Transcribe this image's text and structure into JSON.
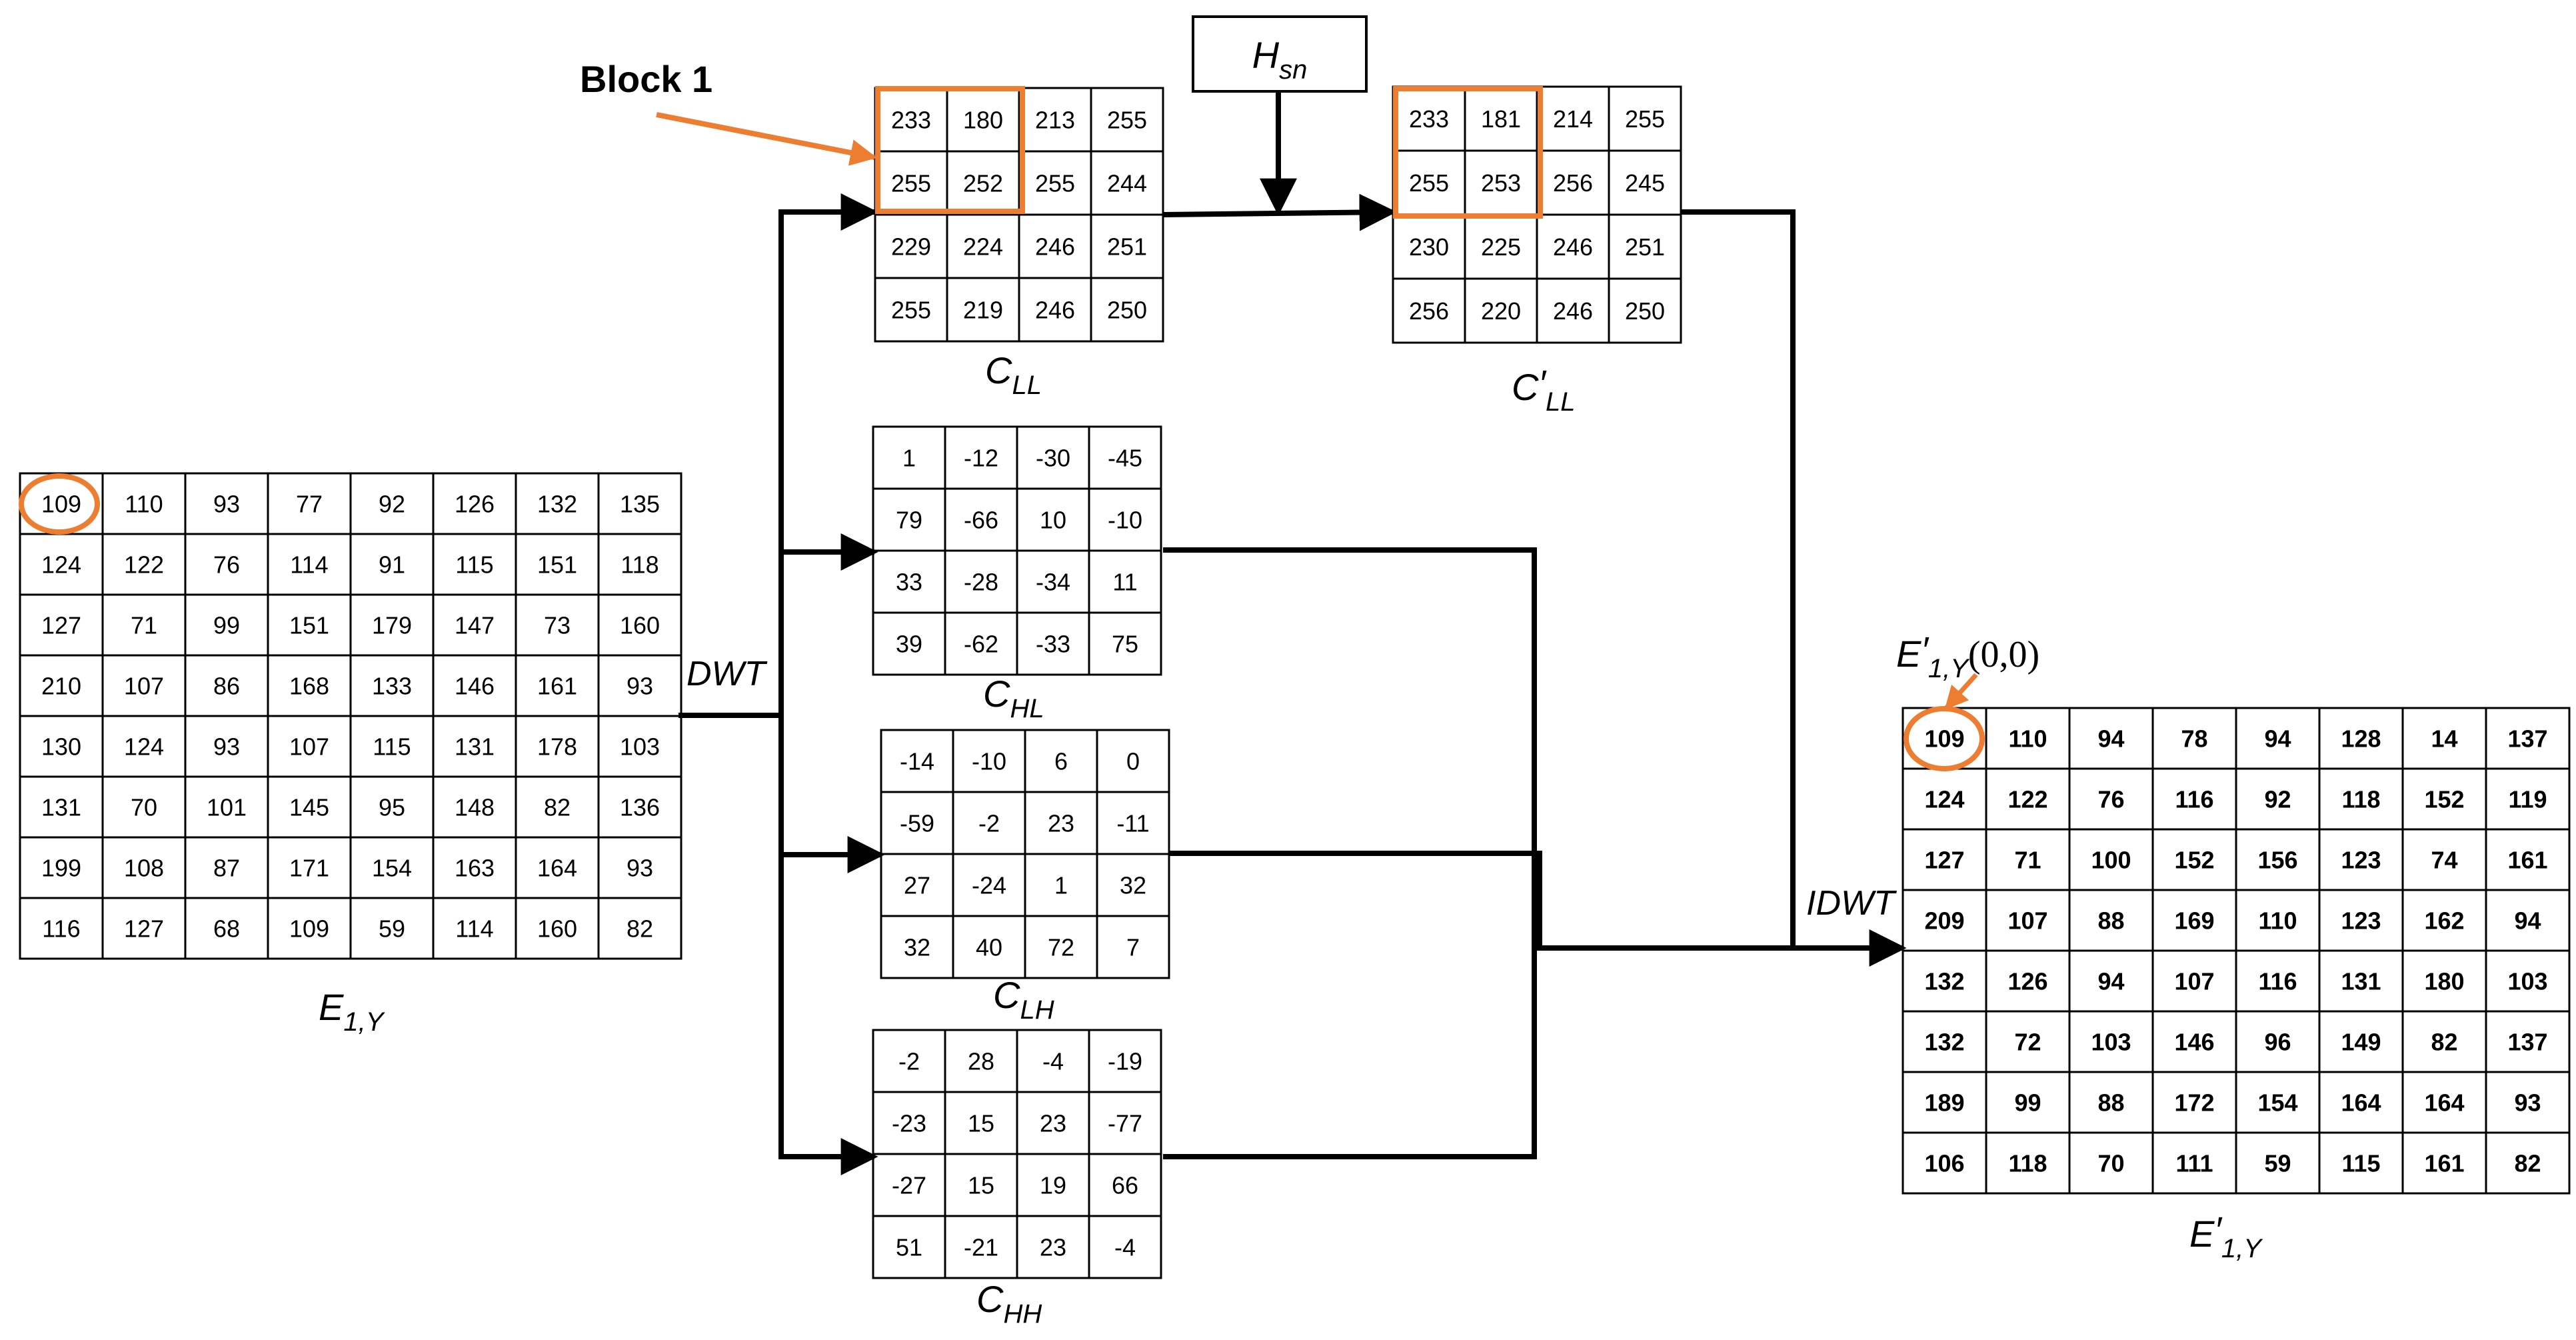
{
  "labels": {
    "block1": "Block 1",
    "dwt": "DWT",
    "idwt": "IDWT",
    "hsn_main": "H",
    "hsn_sub": "sn",
    "e1y_main": "E",
    "e1y_sub": "1,Y",
    "ep1y_main": "E",
    "ep1y_prime": "′",
    "ep1y_sub": "1,Y",
    "ep1y_zero": "(0,0)",
    "cll_main": "C",
    "cll_sub": "LL",
    "cpll_main": "C",
    "cpll_prime": "′",
    "cpll_sub": "LL",
    "chl_main": "C",
    "chl_sub": "HL",
    "clh_main": "C",
    "clh_sub": "LH",
    "chh_main": "C",
    "chh_sub": "HH"
  },
  "colors": {
    "accent": "#ed7d31",
    "line": "#000000"
  },
  "matrices": {
    "e1y": [
      [
        "109",
        "110",
        "93",
        "77",
        "92",
        "126",
        "132",
        "135"
      ],
      [
        "124",
        "122",
        "76",
        "114",
        "91",
        "115",
        "151",
        "118"
      ],
      [
        "127",
        "71",
        "99",
        "151",
        "179",
        "147",
        "73",
        "160"
      ],
      [
        "210",
        "107",
        "86",
        "168",
        "133",
        "146",
        "161",
        "93"
      ],
      [
        "130",
        "124",
        "93",
        "107",
        "115",
        "131",
        "178",
        "103"
      ],
      [
        "131",
        "70",
        "101",
        "145",
        "95",
        "148",
        "82",
        "136"
      ],
      [
        "199",
        "108",
        "87",
        "171",
        "154",
        "163",
        "164",
        "93"
      ],
      [
        "116",
        "127",
        "68",
        "109",
        "59",
        "114",
        "160",
        "82"
      ]
    ],
    "cll": [
      [
        "233",
        "180",
        "213",
        "255"
      ],
      [
        "255",
        "252",
        "255",
        "244"
      ],
      [
        "229",
        "224",
        "246",
        "251"
      ],
      [
        "255",
        "219",
        "246",
        "250"
      ]
    ],
    "cpll": [
      [
        "233",
        "181",
        "214",
        "255"
      ],
      [
        "255",
        "253",
        "256",
        "245"
      ],
      [
        "230",
        "225",
        "246",
        "251"
      ],
      [
        "256",
        "220",
        "246",
        "250"
      ]
    ],
    "chl": [
      [
        "1",
        "-12",
        "-30",
        "-45"
      ],
      [
        "79",
        "-66",
        "10",
        "-10"
      ],
      [
        "33",
        "-28",
        "-34",
        "11"
      ],
      [
        "39",
        "-62",
        "-33",
        "75"
      ]
    ],
    "clh": [
      [
        "-14",
        "-10",
        "6",
        "0"
      ],
      [
        "-59",
        "-2",
        "23",
        "-11"
      ],
      [
        "27",
        "-24",
        "1",
        "32"
      ],
      [
        "32",
        "40",
        "72",
        "7"
      ]
    ],
    "chh": [
      [
        "-2",
        "28",
        "-4",
        "-19"
      ],
      [
        "-23",
        "15",
        "23",
        "-77"
      ],
      [
        "-27",
        "15",
        "19",
        "66"
      ],
      [
        "51",
        "-21",
        "23",
        "-4"
      ]
    ],
    "ep1y": [
      [
        "109",
        "110",
        "94",
        "78",
        "94",
        "128",
        "14",
        "137"
      ],
      [
        "124",
        "122",
        "76",
        "116",
        "92",
        "118",
        "152",
        "119"
      ],
      [
        "127",
        "71",
        "100",
        "152",
        "156",
        "123",
        "74",
        "161"
      ],
      [
        "209",
        "107",
        "88",
        "169",
        "110",
        "123",
        "162",
        "94"
      ],
      [
        "132",
        "126",
        "94",
        "107",
        "116",
        "131",
        "180",
        "103"
      ],
      [
        "132",
        "72",
        "103",
        "146",
        "96",
        "149",
        "82",
        "137"
      ],
      [
        "189",
        "99",
        "88",
        "172",
        "154",
        "164",
        "164",
        "93"
      ],
      [
        "106",
        "118",
        "70",
        "111",
        "59",
        "115",
        "161",
        "82"
      ]
    ]
  }
}
